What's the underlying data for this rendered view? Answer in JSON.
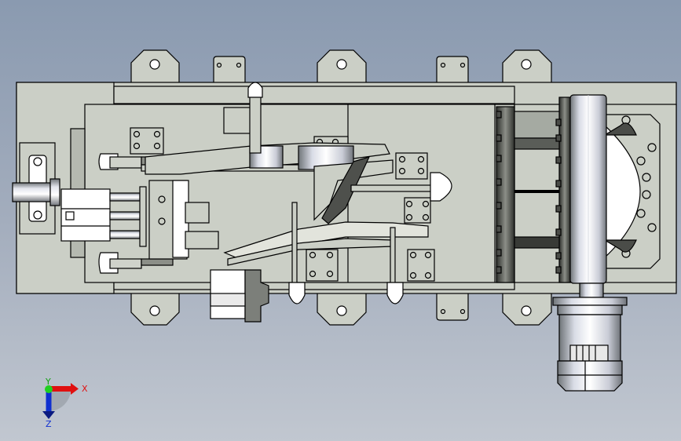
{
  "viewport": {
    "view": "Top",
    "background_top": "#8a9ab0",
    "background_bottom": "#c1c7d0"
  },
  "model": {
    "base_color": "#cbcfc6",
    "edge_color": "#000000",
    "metal_light": "#eef0f6",
    "metal_dark": "#3a3d38"
  },
  "triad": {
    "x_label": "X",
    "y_label": "Y",
    "z_label": "Z",
    "x_color": "#e01010",
    "y_color": "#10c010",
    "z_color": "#1030d0"
  }
}
